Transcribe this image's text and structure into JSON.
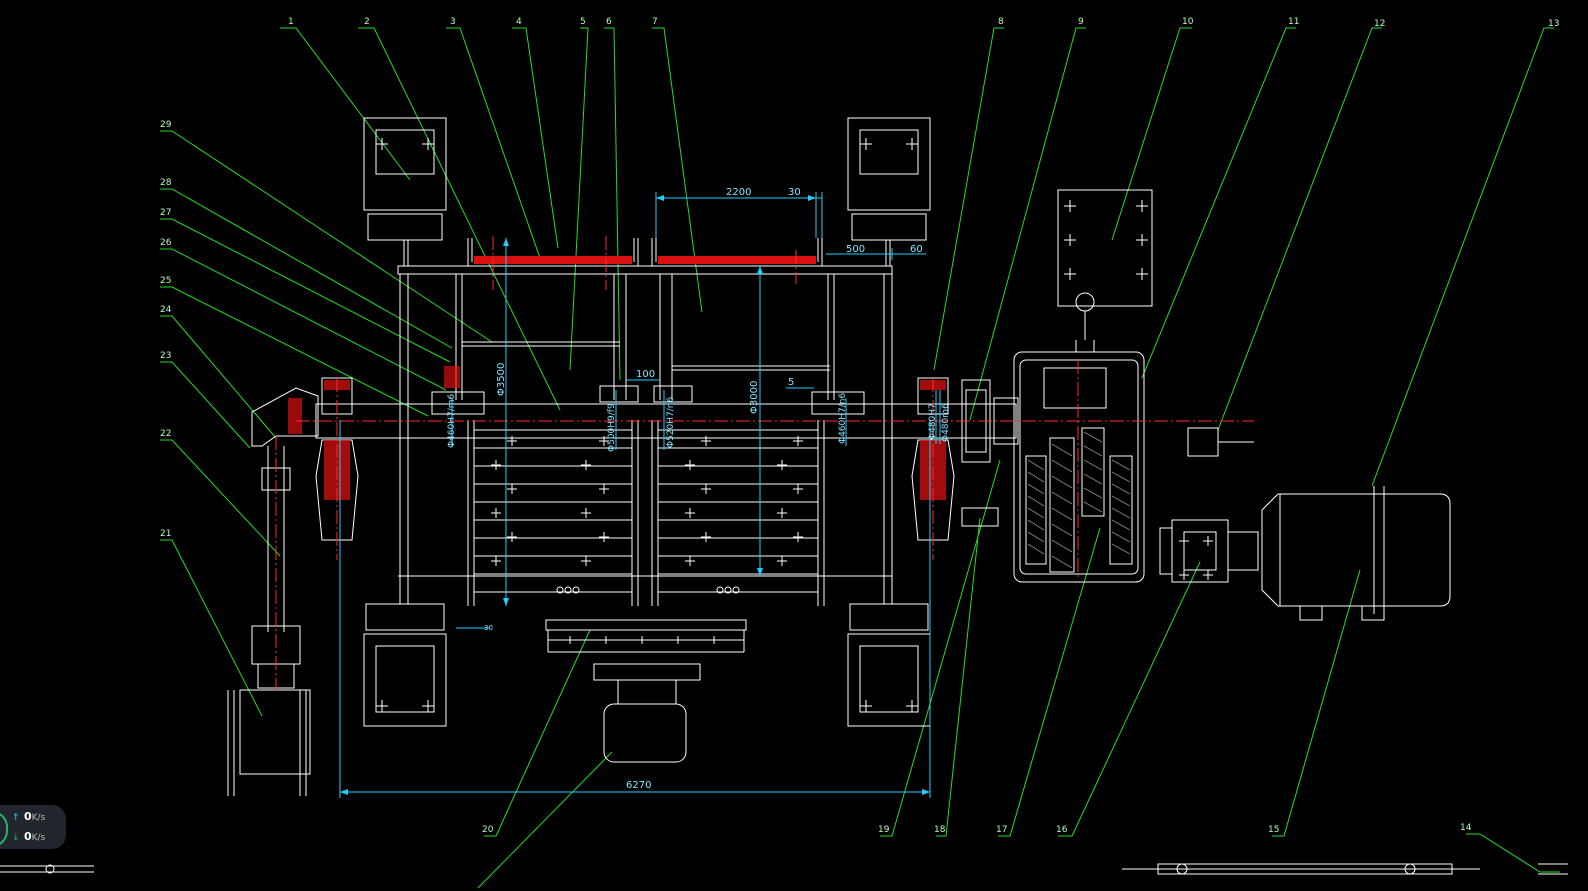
{
  "colors": {
    "background": "#000000",
    "structure": "#ffffff",
    "leader": "#22dd22",
    "dimension": "#22ccff",
    "centerline": "#ff2a2a",
    "hatch": "#e01010"
  },
  "part_labels": [
    "1",
    "2",
    "3",
    "4",
    "5",
    "6",
    "7",
    "8",
    "9",
    "10",
    "11",
    "12",
    "13",
    "14",
    "15",
    "16",
    "17",
    "18",
    "19",
    "20",
    "21",
    "22",
    "23",
    "24",
    "25",
    "26",
    "27",
    "28",
    "29"
  ],
  "dimensions": {
    "overall_width": "6270",
    "drum_span": "2200",
    "gap_30": "30",
    "offset_500": "500",
    "offset_60": "60",
    "gap_100": "100",
    "gap_5": "5",
    "bottom_30": "30",
    "drum_dia_left": "Φ3500",
    "drum_dia_right": "Φ3000",
    "fit_1": "Φ460H7/m6",
    "fit_2": "Φ500H9/f9",
    "fit_3": "Φ520H7/n6",
    "fit_4": "Φ460H7/n6",
    "fit_5": "Φ480H7",
    "fit_6": "Φ480m6"
  },
  "network_widget": {
    "upload_value": "0",
    "upload_unit": "K/s",
    "download_value": "0",
    "download_unit": "K/s",
    "upload_icon": "arrow-up-icon",
    "download_icon": "arrow-down-icon"
  }
}
